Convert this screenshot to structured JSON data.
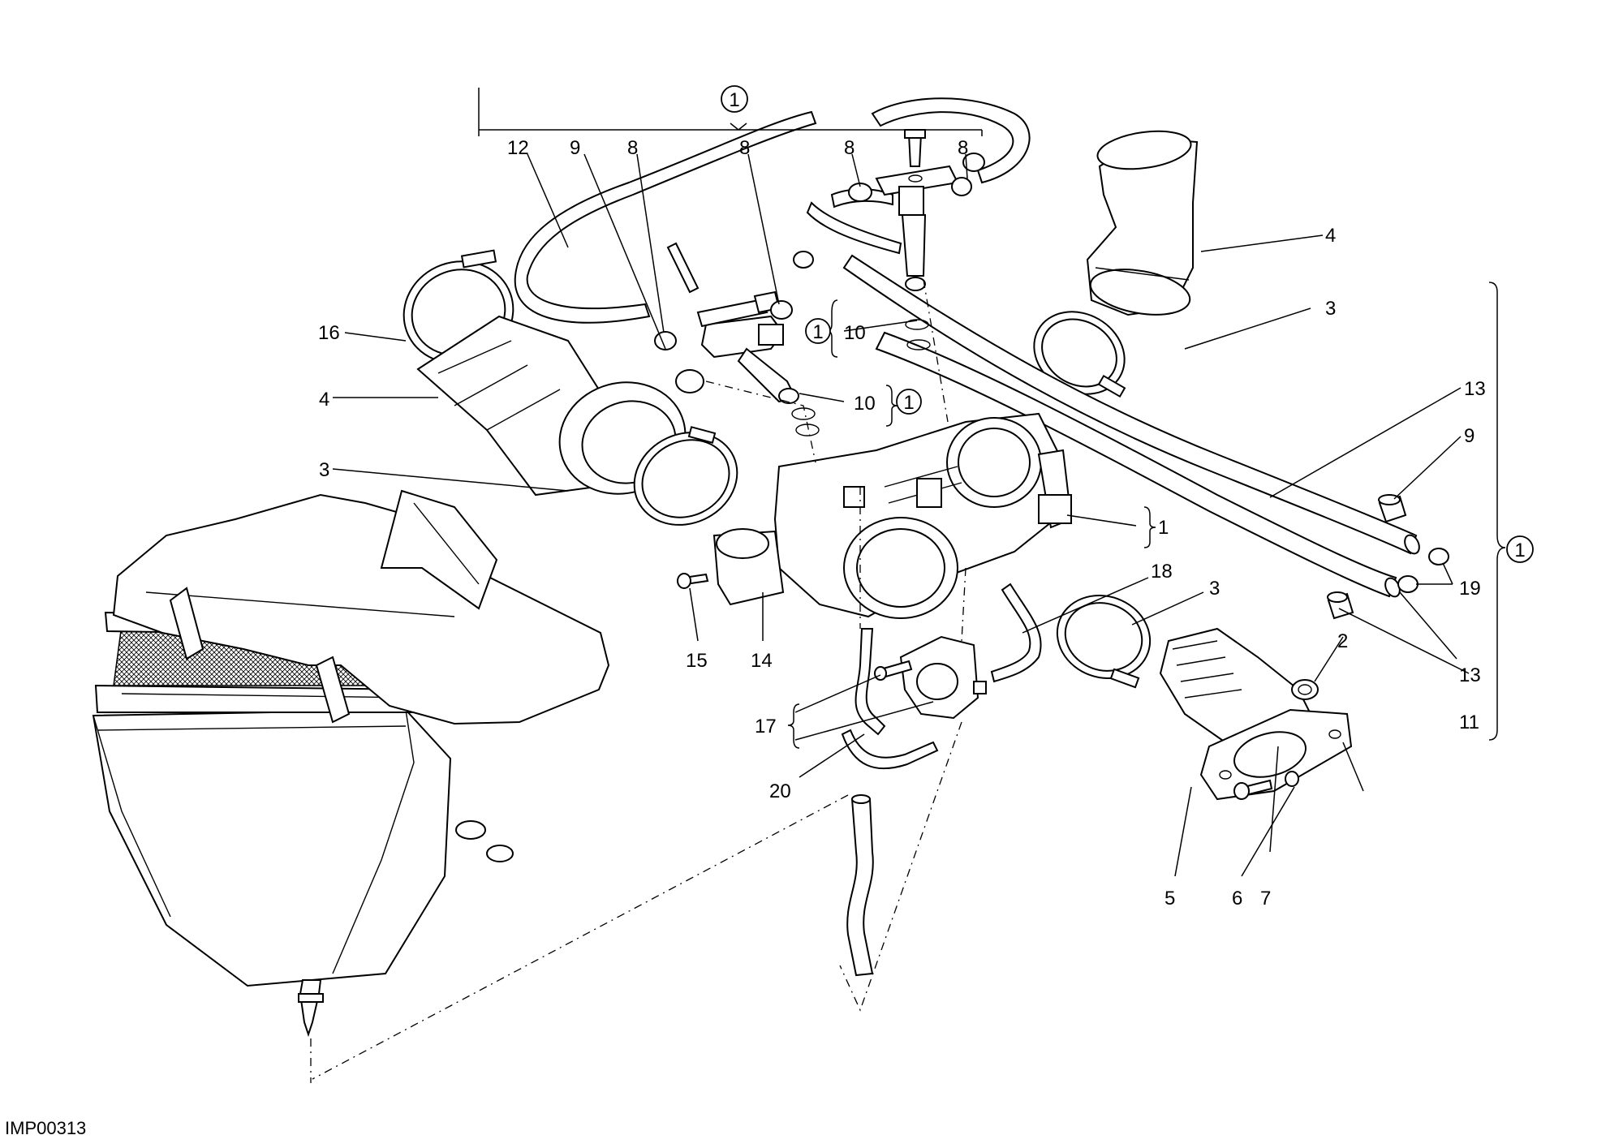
{
  "drawing": {
    "code": "IMP00313",
    "kit_marker": "1",
    "callouts": {
      "c12": "12",
      "c9a": "9",
      "c8a": "8",
      "c8b": "8",
      "c8c": "8",
      "c8d": "8",
      "c16": "16",
      "c4a": "4",
      "c3a": "3",
      "c4b": "4",
      "c3b": "3",
      "c10a": "10",
      "c10b": "10",
      "c13a": "13",
      "c9b": "9",
      "c1": "1",
      "c18": "18",
      "c3c": "3",
      "c19": "19",
      "c2": "2",
      "c13b": "13",
      "c11": "11",
      "c15": "15",
      "c14": "14",
      "c17": "17",
      "c20": "20",
      "c5": "5",
      "c6": "6",
      "c7": "7"
    }
  }
}
